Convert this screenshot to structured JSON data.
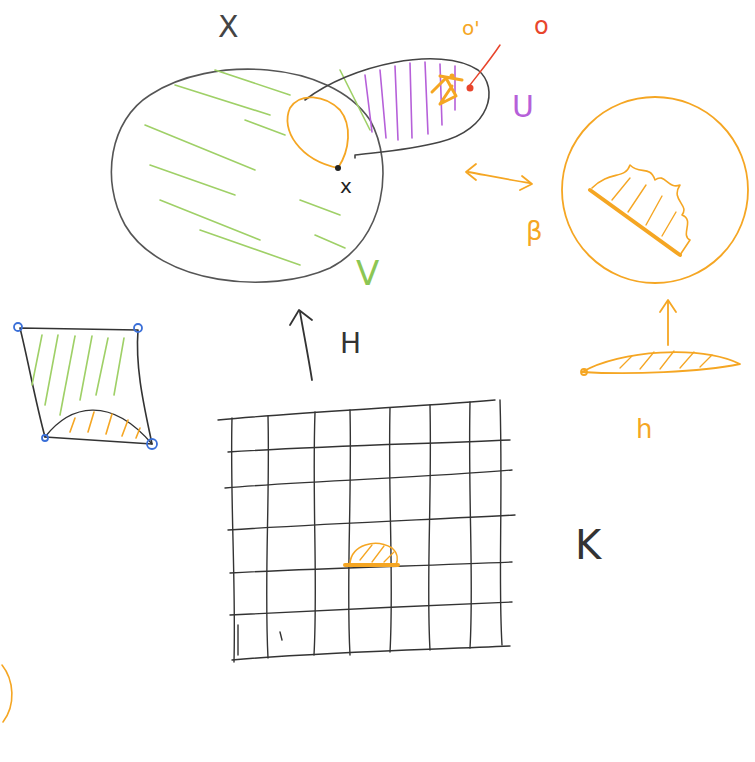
{
  "diagram": {
    "labels": [
      "X",
      "o'",
      "o",
      "U",
      "x",
      "V",
      "H",
      "K",
      "β",
      "h"
    ]
  }
}
